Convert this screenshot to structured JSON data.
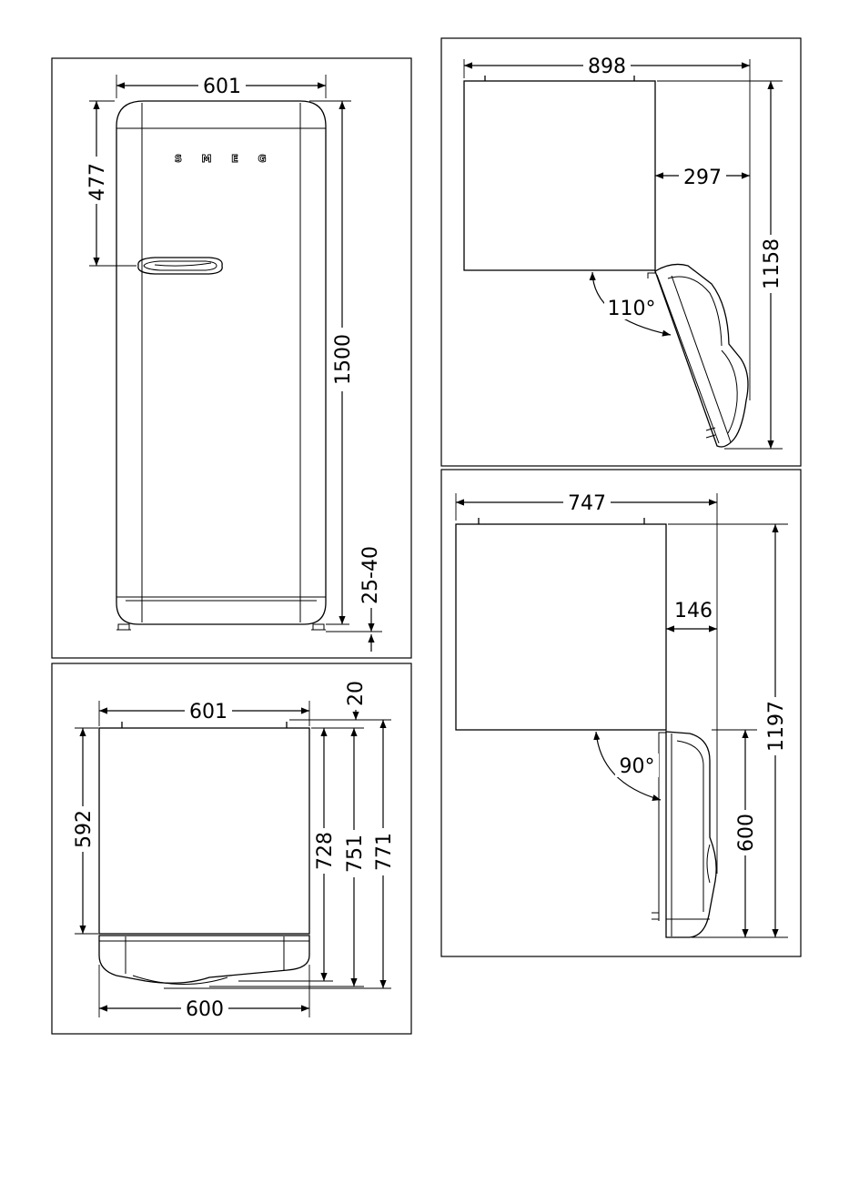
{
  "brand": {
    "logo_letters": [
      "S",
      "M",
      "E",
      "G"
    ]
  },
  "front_view": {
    "width": "601",
    "height": "1500",
    "handle_height": "477",
    "feet": "25-40"
  },
  "top_view": {
    "width": "601",
    "depth_body": "592",
    "depth_728": "728",
    "depth_751": "751",
    "depth_771": "771",
    "door_gap": "20",
    "width_bottom": "600"
  },
  "open_110": {
    "angle": "110°",
    "width": "898",
    "offset": "297",
    "depth": "1158"
  },
  "open_90": {
    "angle": "90°",
    "width": "747",
    "offset": "146",
    "depth": "1197",
    "door_depth": "600"
  }
}
